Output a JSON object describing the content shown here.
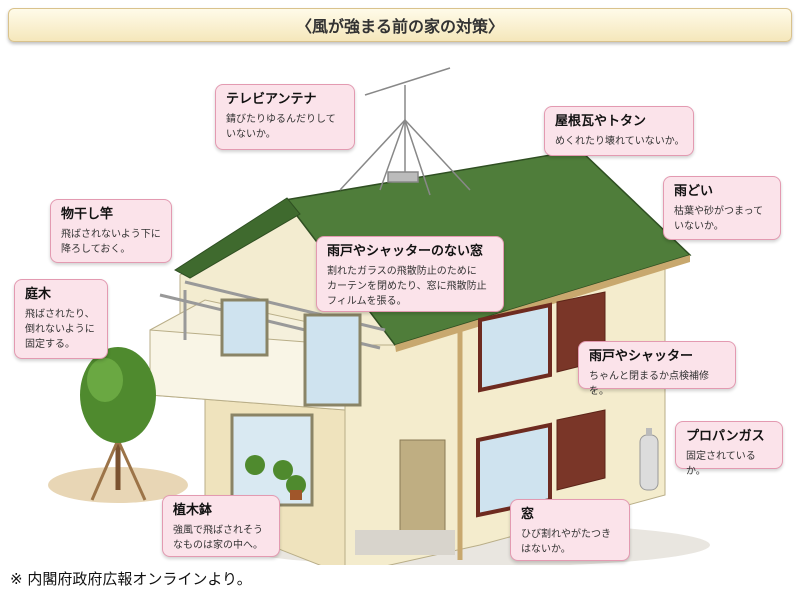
{
  "title": "〈風が強まる前の家の対策〉",
  "callouts": {
    "antenna": {
      "heading": "テレビアンテナ",
      "body": "錆びたりゆるんだりして\nいないか。"
    },
    "roof": {
      "heading": "屋根瓦やトタン",
      "body": "めくれたり壊れていないか。"
    },
    "gutter": {
      "heading": "雨どい",
      "body": "枯葉や砂がつまって\nいないか。"
    },
    "pole": {
      "heading": "物干し竿",
      "body": "飛ばされないよう下に\n降ろしておく。"
    },
    "window_no_shutter": {
      "heading": "雨戸やシャッターのない窓",
      "body": "割れたガラスの飛散防止のために\nカーテンを閉めたり、窓に飛散防止\nフィルムを張る。"
    },
    "tree": {
      "heading": "庭木",
      "body": "飛ばされたり、\n倒れないように\n固定する。"
    },
    "shutter": {
      "heading": "雨戸やシャッター",
      "body": "ちゃんと閉まるか点検補修を。"
    },
    "propane": {
      "heading": "プロパンガス",
      "body": "固定されているか。"
    },
    "pot": {
      "heading": "植木鉢",
      "body": "強風で飛ばされそう\nなものは家の中へ。"
    },
    "window": {
      "heading": "窓",
      "body": "ひび割れやがたつき\nはないか。"
    }
  },
  "footnote": "※ 内閣府政府広報オンラインより。"
}
